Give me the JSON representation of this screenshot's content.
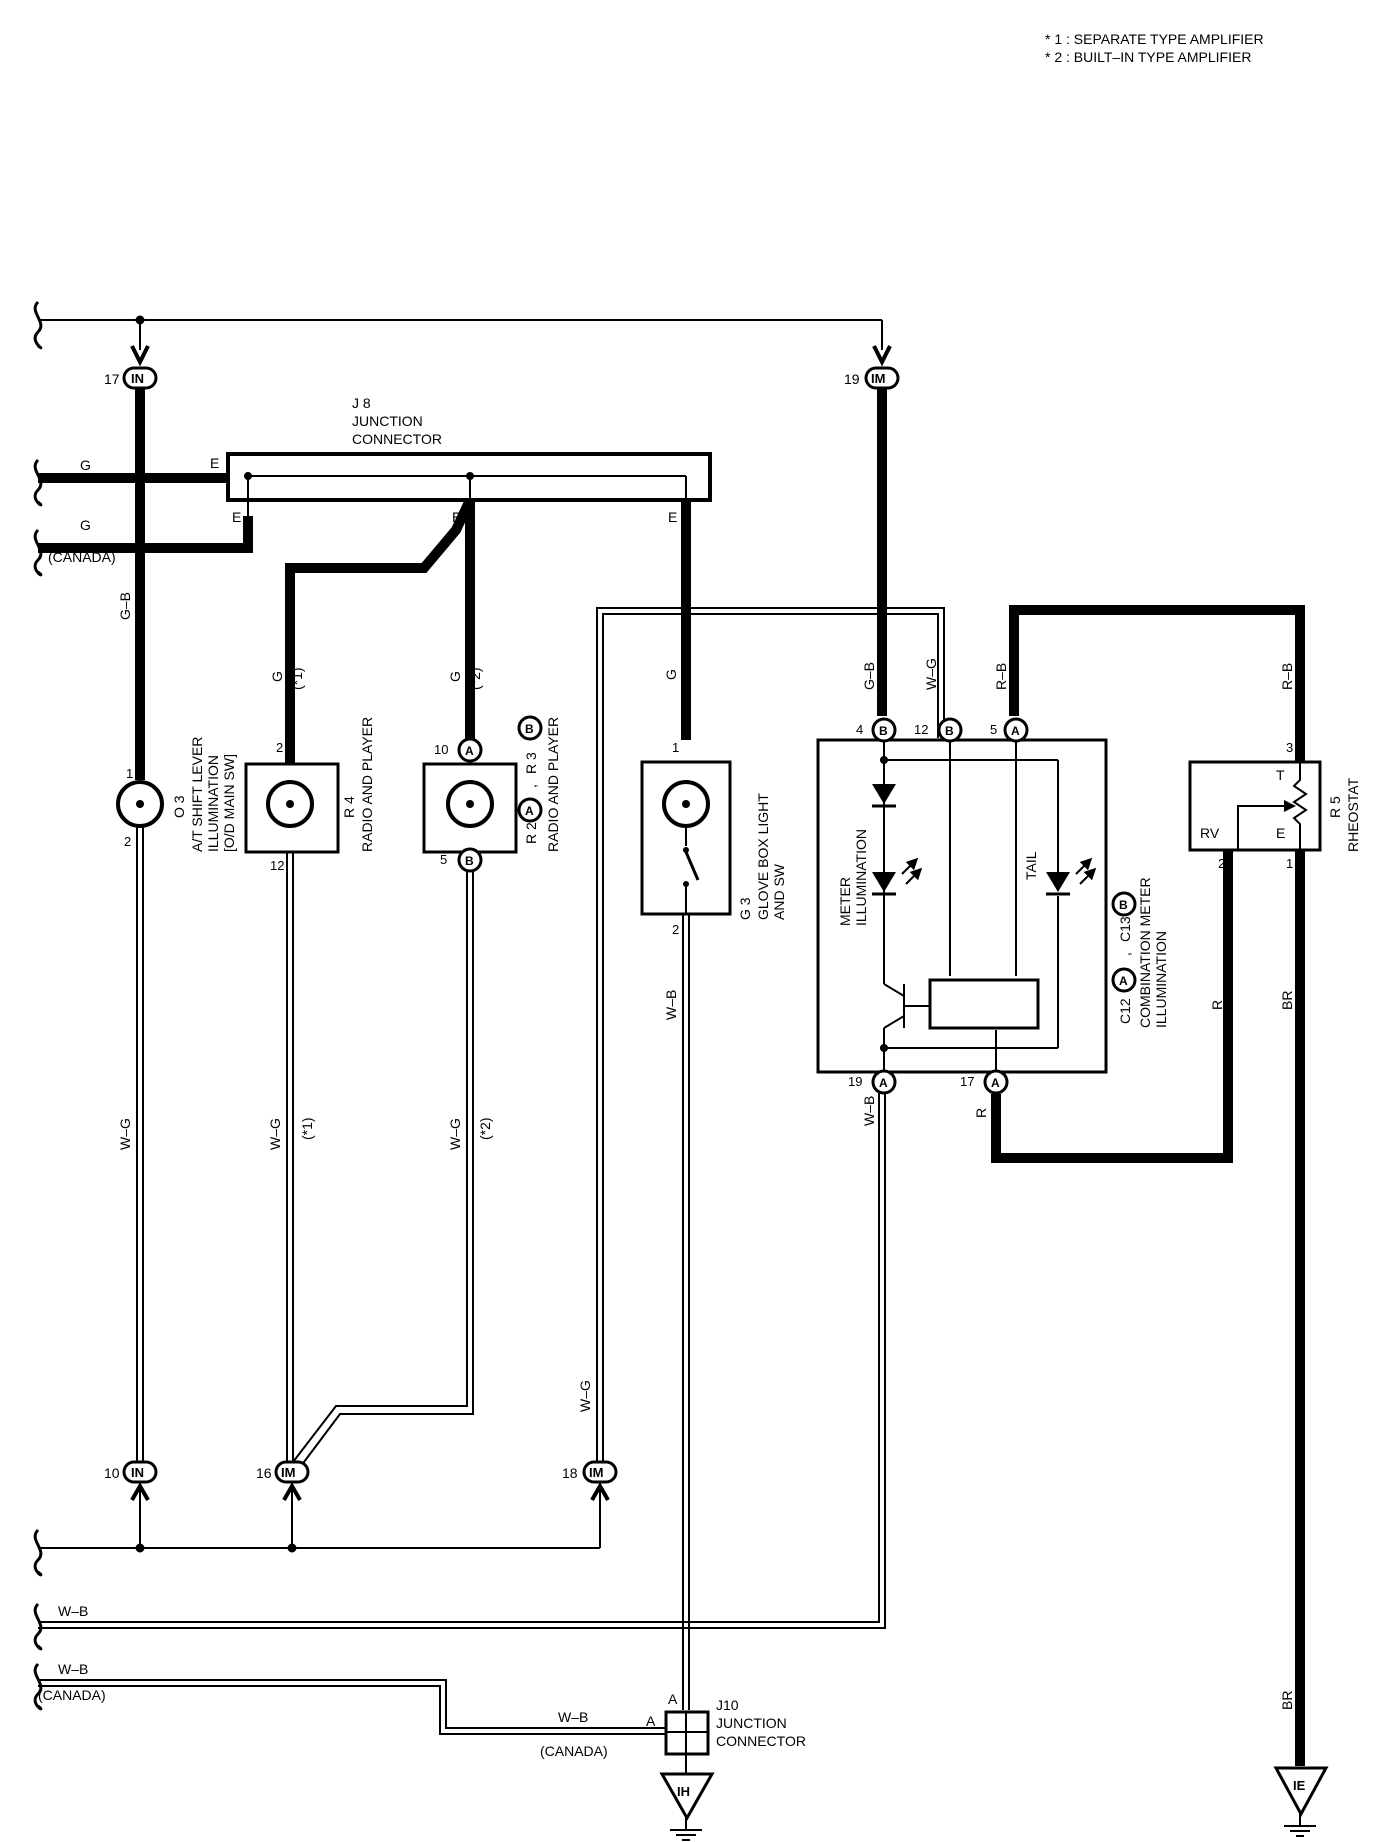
{
  "notes": {
    "n1": "* 1 : SEPARATE TYPE AMPLIFIER",
    "n2": "* 2 : BUILT–IN TYPE AMPLIFIER"
  },
  "junction_j8": {
    "label1": "J 8",
    "label2": "JUNCTION",
    "label3": "CONNECTOR",
    "pin_e": "E"
  },
  "junction_j10": {
    "label1": "J10",
    "label2": "JUNCTION",
    "label3": "CONNECTOR",
    "pin_a": "A"
  },
  "connectors": {
    "in_top": {
      "pin": "17",
      "code": "IN"
    },
    "im_top": {
      "pin": "19",
      "code": "IM"
    },
    "in_bot": {
      "pin": "10",
      "code": "IN"
    },
    "im_bot1": {
      "pin": "16",
      "code": "IM"
    },
    "im_bot2": {
      "pin": "18",
      "code": "IM"
    }
  },
  "grounds": {
    "left": "IH",
    "right": "IE"
  },
  "wires": {
    "g": "G",
    "canada": "(CANADA)",
    "gb": "G–B",
    "wg": "W–G",
    "wb": "W–B",
    "rb": "R–B",
    "r": "R",
    "br": "BR",
    "star1": "(*1)",
    "star2": "(*2)"
  },
  "components": {
    "o3": {
      "id": "O 3",
      "line1": "A/T SHIFT LEVER",
      "line2": "ILLUMINATION",
      "line3": "[O/D MAIN SW]",
      "pin_top": "1",
      "pin_bot": "2"
    },
    "r4": {
      "id": "R 4",
      "line1": "RADIO AND PLAYER",
      "pin_top": "2",
      "pin_bot": "12"
    },
    "r23": {
      "id_a": "R 2",
      "id_b": "R 3",
      "conn_a": "A",
      "conn_b": "B",
      "sep": ",",
      "line1": "RADIO AND PLAYER",
      "pin_top": "10",
      "pin_bot": "5"
    },
    "g3": {
      "id": "G 3",
      "line1": "GLOVE BOX LIGHT",
      "line2": "AND SW",
      "pin_top": "1",
      "pin_bot": "2"
    },
    "meter": {
      "id_a": "C12",
      "id_b": "C13",
      "conn_a": "A",
      "conn_b": "B",
      "sep": ",",
      "line1": "COMBINATION METER",
      "line2": "ILLUMINATION",
      "inner1": "METER",
      "inner2": "ILLUMINATION",
      "tail": "TAIL",
      "pins_top": [
        "4",
        "12",
        "5"
      ],
      "pins_top_conn": [
        "B",
        "B",
        "A"
      ],
      "pins_bot": [
        "19",
        "17"
      ],
      "pins_bot_conn": [
        "A",
        "A"
      ]
    },
    "r5": {
      "id": "R 5",
      "line1": "RHEOSTAT",
      "t": "T",
      "rv": "RV",
      "e": "E",
      "pin3": "3",
      "pin2": "2",
      "pin1": "1"
    }
  }
}
